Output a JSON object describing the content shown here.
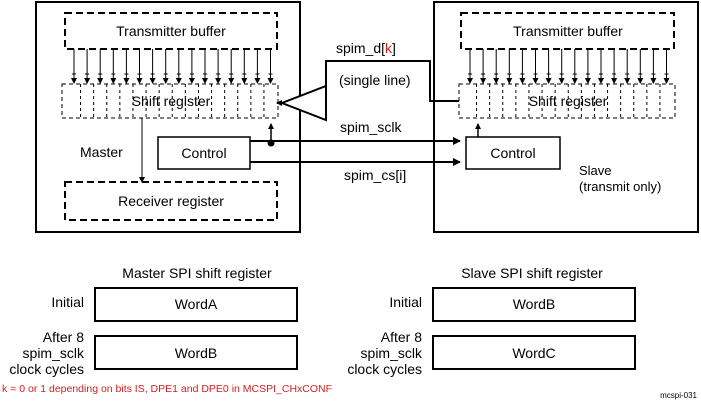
{
  "master": {
    "transmitter_buffer": "Transmitter buffer",
    "shift_register": "Shift register",
    "label": "Master",
    "control": "Control",
    "receiver_register": "Receiver register"
  },
  "slave": {
    "transmitter_buffer": "Transmitter buffer",
    "shift_register": "Shift register",
    "control": "Control",
    "label_line1": "Slave",
    "label_line2": "(transmit only)"
  },
  "signals": {
    "data_prefix": "spim_d[",
    "data_index": "k",
    "data_suffix": "]",
    "data_note": "(single line)",
    "clock": "spim_sclk",
    "chip_select": "spim_cs[i]"
  },
  "tables": {
    "master_title": "Master SPI shift register",
    "slave_title": "Slave SPI shift register",
    "initial_label": "Initial",
    "after_label_line1": "After 8",
    "after_label_line2": "spim_sclk",
    "after_label_line3": "clock cycles",
    "master_initial": "WordA",
    "master_after": "WordB",
    "slave_initial": "WordB",
    "slave_after": "WordC"
  },
  "footnote": "k = 0 or 1 depending on bits IS, DPE1 and DPE0 in MCSPI_CHxCONF",
  "figure_id": "mcspi-031"
}
